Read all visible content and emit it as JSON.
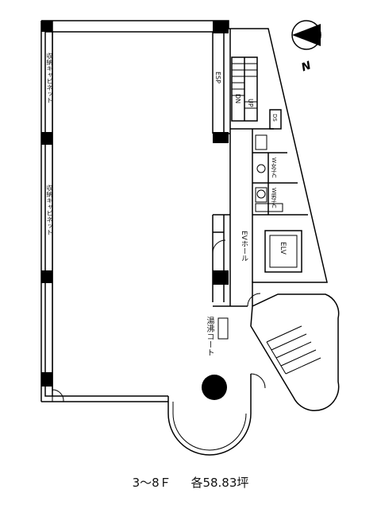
{
  "labels": {
    "cabinet_top": "収納キャビネット",
    "cabinet_bottom": "収納キャビネット",
    "esp": "ESP",
    "dn": "DN",
    "up": "UP",
    "ds": "DS",
    "wc_upper": "W女子C",
    "wc_lower": "W男子C",
    "ev_hall": "EVホール",
    "elv": "ELV",
    "kettle_corner": "湯沸コート",
    "north": "N"
  },
  "caption": {
    "floors": "3～8Ｆ",
    "area": "各58.83坪"
  }
}
